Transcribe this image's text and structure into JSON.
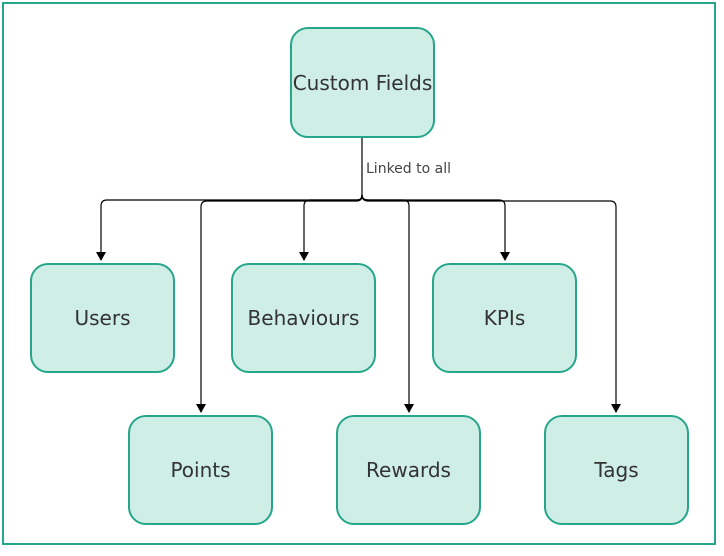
{
  "diagram": {
    "root": {
      "label": "Custom Fields"
    },
    "edge_label": "Linked to all",
    "children": [
      {
        "label": "Users"
      },
      {
        "label": "Behaviours"
      },
      {
        "label": "KPIs"
      },
      {
        "label": "Points"
      },
      {
        "label": "Rewards"
      },
      {
        "label": "Tags"
      }
    ]
  },
  "colors": {
    "node_fill": "#cfeee6",
    "node_border": "#26a68a",
    "frame_border": "#26a68a",
    "connector": "#000000"
  }
}
